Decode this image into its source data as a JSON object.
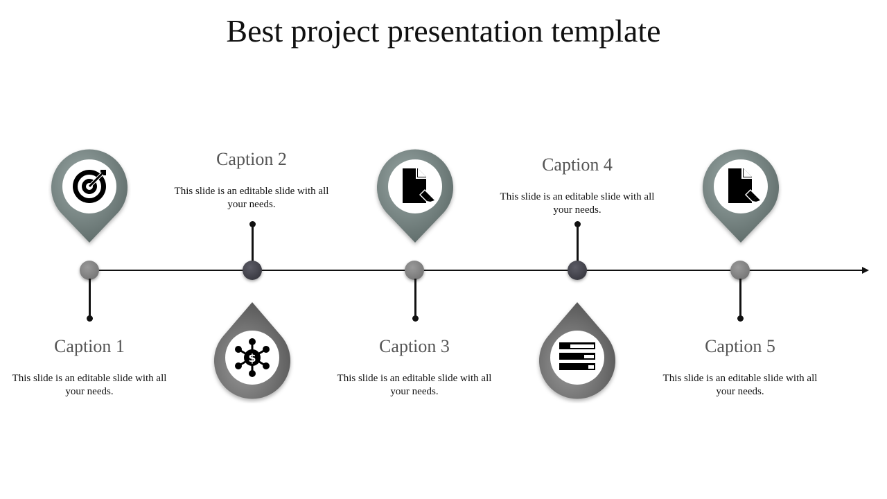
{
  "title": "Best project presentation template",
  "colors": {
    "pin_teal": "#7c8a88",
    "pin_gray": "#6f6f6f",
    "node_light": "#808080",
    "node_dark": "#3a3a42",
    "line": "#111111",
    "caption_title": "#555555"
  },
  "milestones": [
    {
      "caption": "Caption 1",
      "text": "This slide is an editable slide with all your needs.",
      "icon": "target-icon"
    },
    {
      "caption": "Caption 2",
      "text": "This slide is an editable slide with all your needs.",
      "icon": "money-network-icon"
    },
    {
      "caption": "Caption 3",
      "text": "This slide is an editable slide with all your needs.",
      "icon": "document-edit-icon"
    },
    {
      "caption": "Caption 4",
      "text": "This slide is an editable slide with all your needs.",
      "icon": "progress-bars-icon"
    },
    {
      "caption": "Caption 5",
      "text": "This slide is an editable slide with all your needs.",
      "icon": "document-edit-icon"
    }
  ]
}
